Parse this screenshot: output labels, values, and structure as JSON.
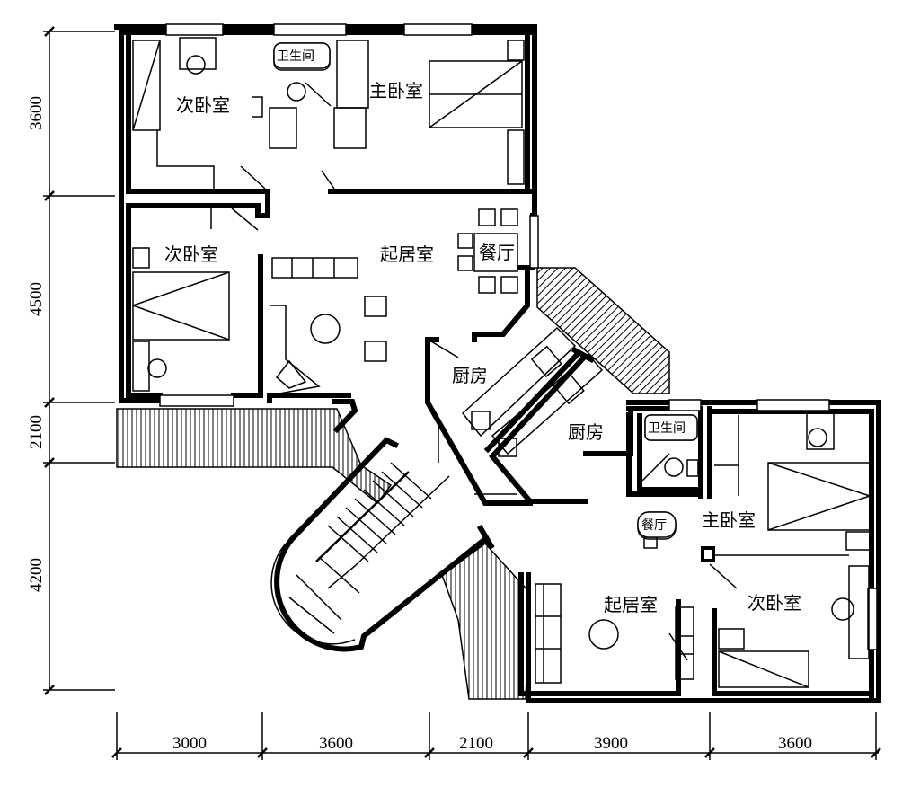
{
  "rooms": {
    "r1": "次卧室",
    "r2": "卫生间",
    "r3": "主卧室",
    "r4": "次卧室",
    "r5": "起居室",
    "r6": "餐厅",
    "r7": "厨房",
    "r8": "厨房",
    "r9": "卫生间",
    "r10": "主卧室",
    "r11": "餐厅",
    "r12": "起居室",
    "r13": "次卧室"
  },
  "dimensions": {
    "left": [
      "3600",
      "4500",
      "2100",
      "4200"
    ],
    "bottom": [
      "3000",
      "3600",
      "2100",
      "3900",
      "3600"
    ]
  }
}
